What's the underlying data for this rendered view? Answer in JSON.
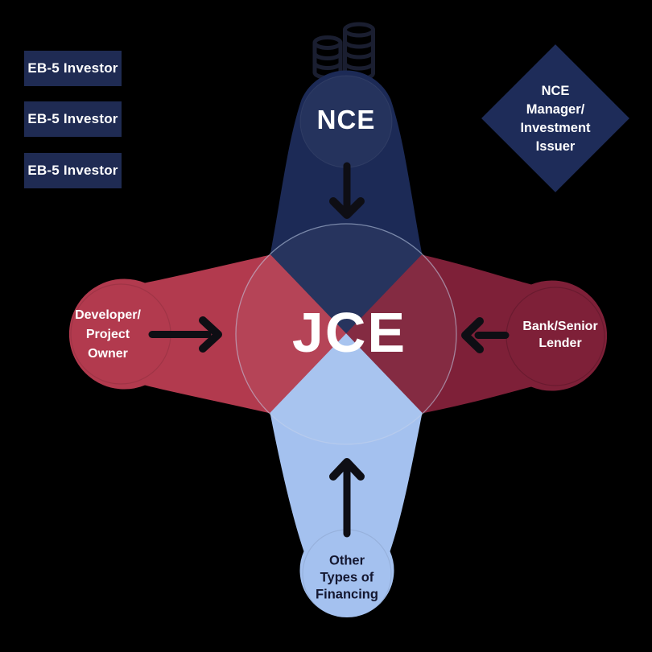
{
  "colors": {
    "background": "#000000",
    "navy_box": "#1f2b53",
    "navy_petal": "#1c2a56",
    "navy_diamond": "#1e2c59",
    "crimson_petal": "#b23a4e",
    "maroon_petal": "#7e2038",
    "light_blue_petal": "#a4c1ef",
    "arrow_black": "#0e0e14",
    "coin_outline": "#1a1e30",
    "white_text": "#ffffff",
    "dark_text": "#141730"
  },
  "investors": {
    "items": [
      {
        "label": "EB-5 Investor"
      },
      {
        "label": "EB-5 Investor"
      },
      {
        "label": "EB-5 Investor"
      }
    ]
  },
  "nce": {
    "label": "NCE",
    "icon": "coin-stacks-icon"
  },
  "jce": {
    "label": "JCE"
  },
  "nce_manager": {
    "lines": [
      "NCE",
      "Manager/",
      "Investment",
      "Issuer"
    ]
  },
  "developer": {
    "lines": [
      "Developer/",
      "Project",
      "Owner"
    ]
  },
  "bank": {
    "lines": [
      "Bank/Senior",
      "Lender"
    ]
  },
  "other_financing": {
    "lines": [
      "Other",
      "Types of",
      "Financing"
    ]
  }
}
